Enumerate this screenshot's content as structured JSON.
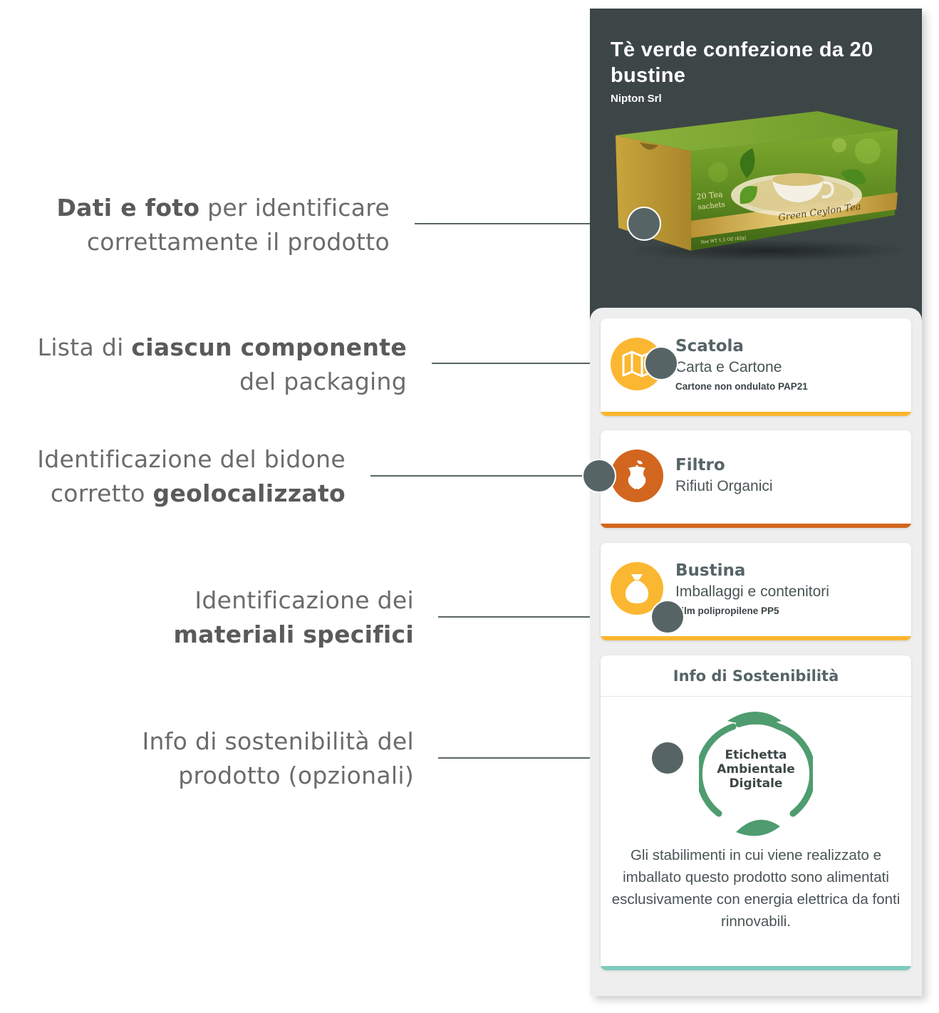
{
  "annotations": [
    {
      "pre": "",
      "bold": "Dati e foto",
      "post": " per identificare",
      "line2_pre": "correttamente il prodotto",
      "line2_bold": ""
    },
    {
      "pre": "Lista di ",
      "bold": "ciascun componente",
      "post": "",
      "line2_pre": "del packaging",
      "line2_bold": ""
    },
    {
      "pre": "Identificazione del bidone",
      "bold": "",
      "post": "",
      "line2_pre": "corretto ",
      "line2_bold": "geolocalizzato"
    },
    {
      "pre": "Identificazione dei",
      "bold": "",
      "post": "",
      "line2_pre": "",
      "line2_bold": "materiali specifici"
    },
    {
      "pre": "Info di sostenibilità del",
      "bold": "",
      "post": "",
      "line2_pre": "prodotto (opzionali)",
      "line2_bold": ""
    }
  ],
  "product": {
    "title": "Tè verde confezione da 20 bustine",
    "brand": "Nipton Srl",
    "image": {
      "box_text_1": "20 Tea",
      "box_text_2": "sachets",
      "box_label": "Green Ceylon Tea",
      "box_weight": "Net WT 1,5 OZ (42g)"
    }
  },
  "components": [
    {
      "name": "Scatola",
      "material": "Carta e Cartone",
      "detail": "Cartone non ondulato PAP21",
      "color": "#fbb731",
      "icon": "map-icon"
    },
    {
      "name": "Filtro",
      "material": "Rifiuti Organici",
      "detail": "",
      "color": "#d2661f",
      "icon": "apple-core-icon"
    },
    {
      "name": "Bustina",
      "material": "Imballaggi e contenitori",
      "detail": "Film polipropilene PP5",
      "color": "#fbb731",
      "icon": "bag-icon"
    }
  ],
  "sustainability": {
    "title": "Info di Sostenibilità",
    "badge_line1": "Etichetta",
    "badge_line2": "Ambientale",
    "badge_line3": "Digitale",
    "body": "Gli stabilimenti in cui viene realizzato e imballato questo prodotto sono alimentati esclusivamente con energia elettrica da fonti rinnovabili.",
    "accent_color": "#7fcbbe",
    "badge_color": "#4f9c70"
  }
}
